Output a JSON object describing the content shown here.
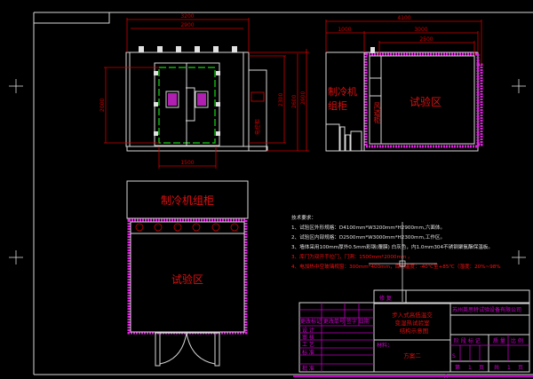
{
  "front_view": {
    "dims": {
      "overall_width": "3200",
      "inner_width": "2900",
      "door_width": "1500",
      "door_height": "2000",
      "inner_height": "2300",
      "height_mid": "2600",
      "overall_height": "2900"
    },
    "control_panel_label": "电控柜"
  },
  "side_view": {
    "dims": {
      "overall_width": "4100",
      "cabinet_width": "1000",
      "chamber_width": "3000",
      "test_width": "2500"
    },
    "refrigeration_label": "制冷机组柜",
    "duct_label": "风道柜",
    "test_area_label": "试验区"
  },
  "plan_view": {
    "refrigeration_label": "制冷机组柜",
    "test_area_label": "试验区"
  },
  "notes": {
    "title": "技术要求：",
    "items": [
      {
        "text": "1、试验区外形规格：D4100mm*W3200mm*H2900mm,六面体。",
        "color": "white"
      },
      {
        "text": "2、试验区内部规格：D2500mm*W3000mm*H2300mm,工作区。",
        "color": "white"
      },
      {
        "text": "3、墙体采用100mm厚外0.5mm彩钢(覆膜) 白灰色，内1.0mm304不锈钢聚氨酯保温板。",
        "color": "white"
      },
      {
        "text": "3、库门为双开手拉门，门洞：1500mm*2000mm 。",
        "color": "red"
      },
      {
        "text": "4、电加热中空玻璃视窗：300mm*400mm，库内温度：-40℃至+85℃（湿度：20%~98%",
        "color": "red"
      }
    ]
  },
  "title_block": {
    "revision_label": "修 复",
    "company": "苏州英思特试验设备有限公司",
    "drawing_title": [
      "步入式高低温交",
      "变湿热试验室",
      "结构示意图"
    ],
    "header_row": "更改标记 更改单号 签字 日期",
    "rows": [
      "设 计",
      "审 核",
      "工 艺",
      "标 准",
      "",
      "批 准"
    ],
    "material_label": "材料：",
    "scheme": "方案二",
    "stage_header": [
      "阶 段 标 记",
      "质 量",
      "比 例"
    ],
    "stage_mark": "S",
    "sheet_info": [
      "第",
      "1",
      "页",
      "共",
      "1",
      "页"
    ],
    "bottom_mark": "A"
  }
}
